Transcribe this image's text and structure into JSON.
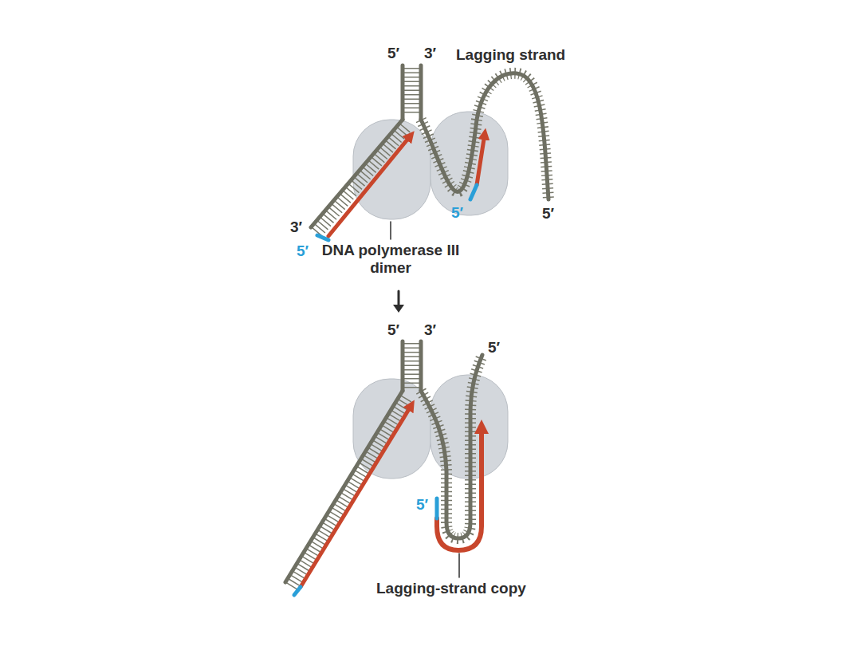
{
  "diagram": {
    "labels": [
      "5′",
      "3′",
      "Lagging strand",
      "3′",
      "5′",
      "5′",
      "5′",
      "DNA polymerase III dimer",
      "5′",
      "3′",
      "5′",
      "5′",
      "Lagging-strand copy"
    ]
  }
}
